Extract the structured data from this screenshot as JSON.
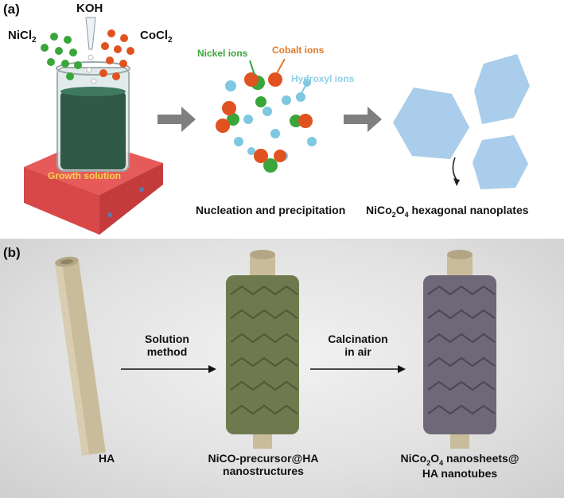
{
  "panel_a": {
    "label": "(a)",
    "reagents": {
      "left": "NiCl",
      "left_sub": "2",
      "top": "KOH",
      "right": "CoCl",
      "right_sub": "2"
    },
    "beaker_label": "Growth solution",
    "ion_labels": {
      "nickel": "Nickel ions",
      "cobalt": "Cobalt ions",
      "hydroxyl": "Hydroxyl ions"
    },
    "caption_middle": "Nucleation and precipitation",
    "caption_right_pre": "NiCo",
    "caption_right_sub1": "2",
    "caption_right_mid": "O",
    "caption_right_sub2": "4",
    "caption_right_post": " hexagonal nanoplates",
    "colors": {
      "nickel": "#3aa63a",
      "cobalt": "#e0521f",
      "hydroxyl": "#7ec8e0",
      "plate": "#a9cdea",
      "hotplate": "#e24b4b"
    }
  },
  "panel_b": {
    "label": "(b)",
    "arrow1_line1": "Solution",
    "arrow1_line2": "method",
    "arrow2_line1": "Calcination",
    "arrow2_line2": "in air",
    "cap_left": "HA",
    "cap_mid_line1": "NiCO-precursor@HA",
    "cap_mid_line2": "nanostructures",
    "cap_right_pre": "NiCo",
    "cap_right_sub1": "2",
    "cap_right_mid": "O",
    "cap_right_sub2": "4",
    "cap_right_post": " nanosheets@",
    "cap_right_line2": "HA nanotubes",
    "colors": {
      "tube": "#c9bc9a",
      "precursor": "#6e7a4e",
      "oxide": "#6e6878"
    }
  }
}
